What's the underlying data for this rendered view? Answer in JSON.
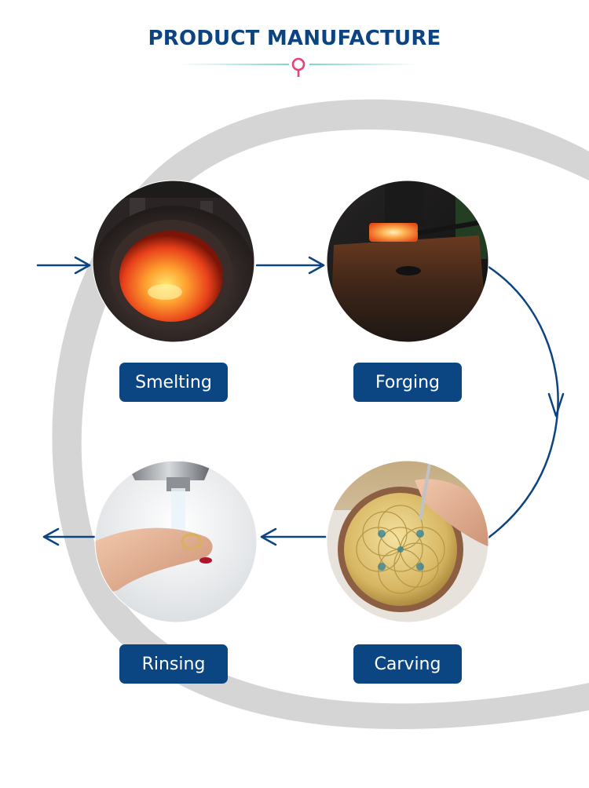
{
  "header": {
    "title": "PRODUCT MANUFACTURE"
  },
  "steps": [
    {
      "label": "Smelting"
    },
    {
      "label": "Forging"
    },
    {
      "label": "Carving"
    },
    {
      "label": "Rinsing"
    }
  ],
  "colors": {
    "navy": "#0c4482",
    "label_bg": "#0b4683",
    "accent_pink": "#e8417a",
    "divider": "#7fd6cf",
    "ring": "#d3d3d3"
  },
  "icons": {
    "header_divider_icon": "location-pin-icon",
    "flow_arrows": "arrow-icon"
  }
}
